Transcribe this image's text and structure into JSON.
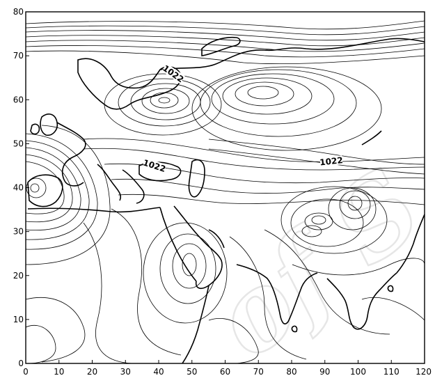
{
  "map": {
    "x_ticks": [
      "0",
      "10",
      "20",
      "30",
      "40",
      "50",
      "60",
      "70",
      "80",
      "90",
      "100",
      "110",
      "120"
    ],
    "y_ticks": [
      "0",
      "10",
      "20",
      "30",
      "40",
      "50",
      "60",
      "70",
      "80"
    ],
    "x_range": [
      0,
      120
    ],
    "y_range": [
      0,
      80
    ],
    "contour_labels": [
      {
        "text": "1022",
        "lon": 44,
        "lat": 65.5,
        "rot": 35
      },
      {
        "text": "1022",
        "lon": 38.5,
        "lat": 44.5,
        "rot": 18
      },
      {
        "text": "1022",
        "lon": 92,
        "lat": 45.5,
        "rot": -6
      }
    ],
    "watermark": "of S"
  }
}
